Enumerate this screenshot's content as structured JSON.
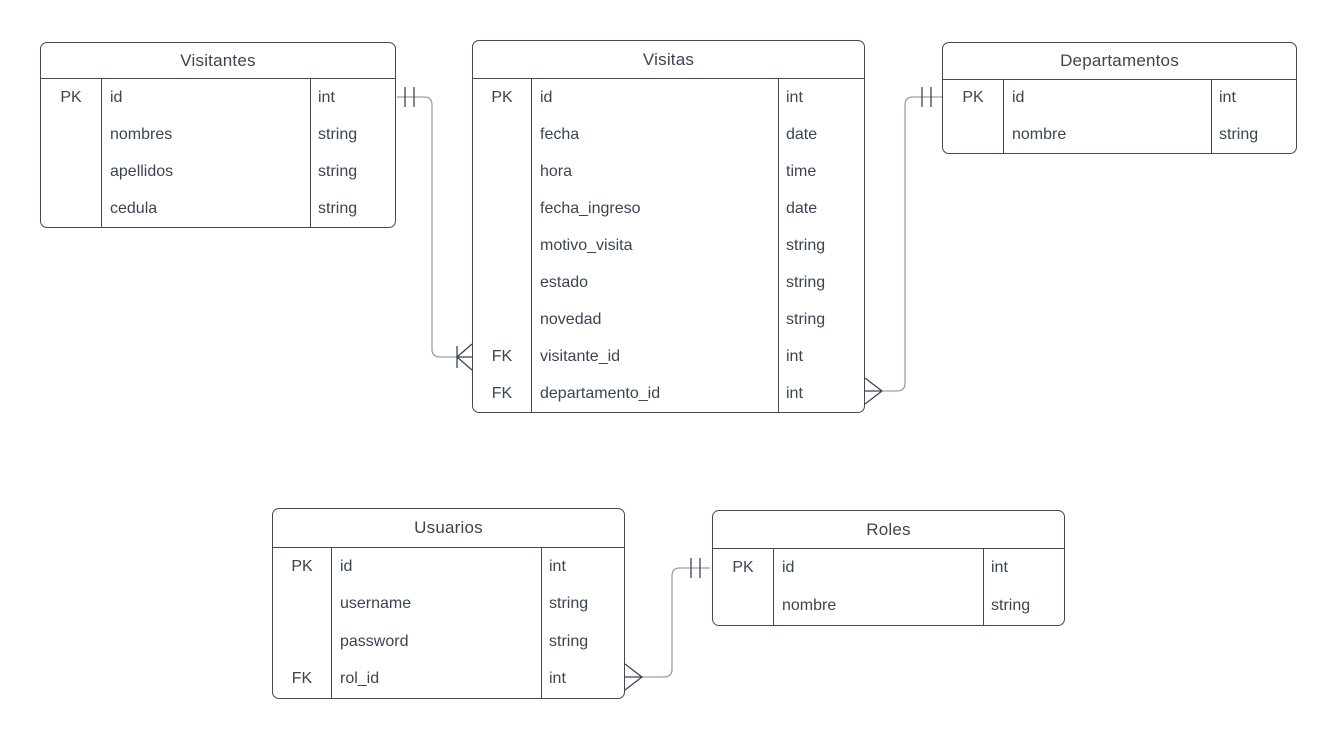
{
  "diagram": {
    "type": "entity-relationship",
    "tables": [
      {
        "name": "Visitantes",
        "rows": [
          {
            "key": "PK",
            "field": "id",
            "type": "int"
          },
          {
            "key": "",
            "field": "nombres",
            "type": "string"
          },
          {
            "key": "",
            "field": "apellidos",
            "type": "string"
          },
          {
            "key": "",
            "field": "cedula",
            "type": "string"
          }
        ]
      },
      {
        "name": "Visitas",
        "rows": [
          {
            "key": "PK",
            "field": "id",
            "type": "int"
          },
          {
            "key": "",
            "field": "fecha",
            "type": "date"
          },
          {
            "key": "",
            "field": "hora",
            "type": "time"
          },
          {
            "key": "",
            "field": "fecha_ingreso",
            "type": "date"
          },
          {
            "key": "",
            "field": "motivo_visita",
            "type": "string"
          },
          {
            "key": "",
            "field": "estado",
            "type": "string"
          },
          {
            "key": "",
            "field": "novedad",
            "type": "string"
          },
          {
            "key": "FK",
            "field": "visitante_id",
            "type": "int"
          },
          {
            "key": "FK",
            "field": "departamento_id",
            "type": "int"
          }
        ]
      },
      {
        "name": "Departamentos",
        "rows": [
          {
            "key": "PK",
            "field": "id",
            "type": "int"
          },
          {
            "key": "",
            "field": "nombre",
            "type": "string"
          }
        ]
      },
      {
        "name": "Usuarios",
        "rows": [
          {
            "key": "PK",
            "field": "id",
            "type": "int"
          },
          {
            "key": "",
            "field": "username",
            "type": "string"
          },
          {
            "key": "",
            "field": "password",
            "type": "string"
          },
          {
            "key": "FK",
            "field": "rol_id",
            "type": "int"
          }
        ]
      },
      {
        "name": "Roles",
        "rows": [
          {
            "key": "PK",
            "field": "id",
            "type": "int"
          },
          {
            "key": "",
            "field": "nombre",
            "type": "string"
          }
        ]
      }
    ],
    "relationships": [
      {
        "from_table": "Visitantes",
        "from_field": "id",
        "from_cardinality": "exactly-one",
        "to_table": "Visitas",
        "to_field": "visitante_id",
        "to_cardinality": "one-or-many"
      },
      {
        "from_table": "Departamentos",
        "from_field": "id",
        "from_cardinality": "exactly-one",
        "to_table": "Visitas",
        "to_field": "departamento_id",
        "to_cardinality": "many"
      },
      {
        "from_table": "Roles",
        "from_field": "id",
        "from_cardinality": "exactly-one",
        "to_table": "Usuarios",
        "to_field": "rol_id",
        "to_cardinality": "many"
      }
    ],
    "colors": {
      "ink": "#3b4552",
      "border": "#404a57",
      "connector": "#9aa0a8",
      "background": "#ffffff"
    }
  }
}
